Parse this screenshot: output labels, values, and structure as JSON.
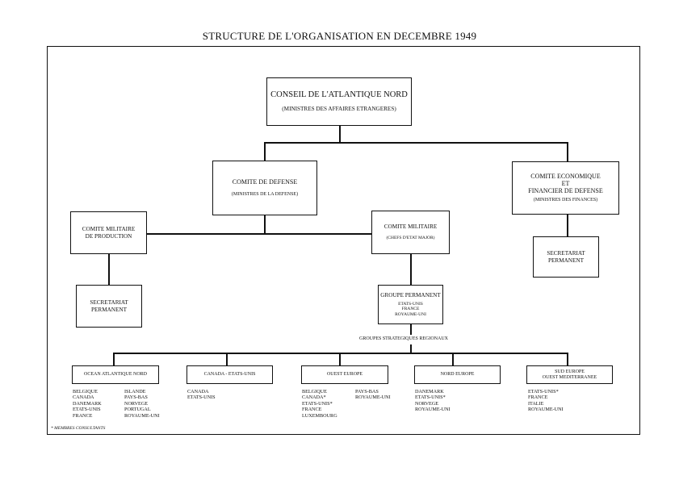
{
  "title": "STRUCTURE DE L'ORGANISATION EN DECEMBRE 1949",
  "council": {
    "name": "CONSEIL DE L'ATLANTIQUE NORD",
    "sub": "(MINISTRES DES AFFAIRES ETRANGERES)"
  },
  "defense_committee": {
    "name": "COMITE DE DEFENSE",
    "sub": "(MINISTRES DE LA DEFENSE)"
  },
  "econ_committee": {
    "line1": "COMITE ECONOMIQUE",
    "line2": "ET",
    "line3": "FINANCIER DE DEFENSE",
    "sub": "(MINISTRES DES FINANCES)"
  },
  "econ_secretariat": {
    "line1": "SECRETARIAT",
    "line2": "PERMANENT"
  },
  "production_committee": {
    "line1": "COMITE MILITAIRE",
    "line2": "DE PRODUCTION"
  },
  "production_secretariat": {
    "line1": "SECRETARIAT",
    "line2": "PERMANENT"
  },
  "military_committee": {
    "name": "COMITE MILITAIRE",
    "sub": "(CHEFS D'ETAT MAJOR)"
  },
  "standing_group": {
    "name": "GROUPE PERMANENT",
    "members": [
      "ETATS-UNIS",
      "FRANCE",
      "ROYAUME-UNI"
    ]
  },
  "regional_groups_label": "GROUPES STRATEGIQUES REGIONAUX",
  "regional_groups": [
    {
      "name": "OCEAN ATLANTIQUE NORD",
      "col1": [
        "BELGIQUE",
        "CANADA",
        "DANEMARK",
        "ETATS-UNIS",
        "FRANCE"
      ],
      "col2": [
        "ISLANDE",
        "PAYS-BAS",
        "NORVEGE",
        "PORTUGAL",
        "ROYAUME-UNI"
      ]
    },
    {
      "name": "CANADA - ETATS-UNIS",
      "col1": [
        "CANADA",
        "ETATS-UNIS"
      ],
      "col2": []
    },
    {
      "name": "OUEST EUROPE",
      "col1": [
        "BELGIQUE",
        "CANADA*",
        "ETATS-UNIS*",
        "FRANCE",
        "LUXEMBOURG"
      ],
      "col2": [
        "PAYS-BAS",
        "ROYAUME-UNI"
      ]
    },
    {
      "name": "NORD EUROPE",
      "col1": [
        "DANEMARK",
        "ETATS-UNIS*",
        "NORVEGE",
        "ROYAUME-UNI"
      ],
      "col2": []
    },
    {
      "name_line1": "SUD EUROPE",
      "name_line2": "OUEST MEDITERRANEE",
      "col1": [
        "ETATS-UNIS*",
        "FRANCE",
        "ITALIE",
        "ROYAUME-UNI"
      ],
      "col2": []
    }
  ],
  "footnote": "* MEMBRES CONSULTANTS"
}
